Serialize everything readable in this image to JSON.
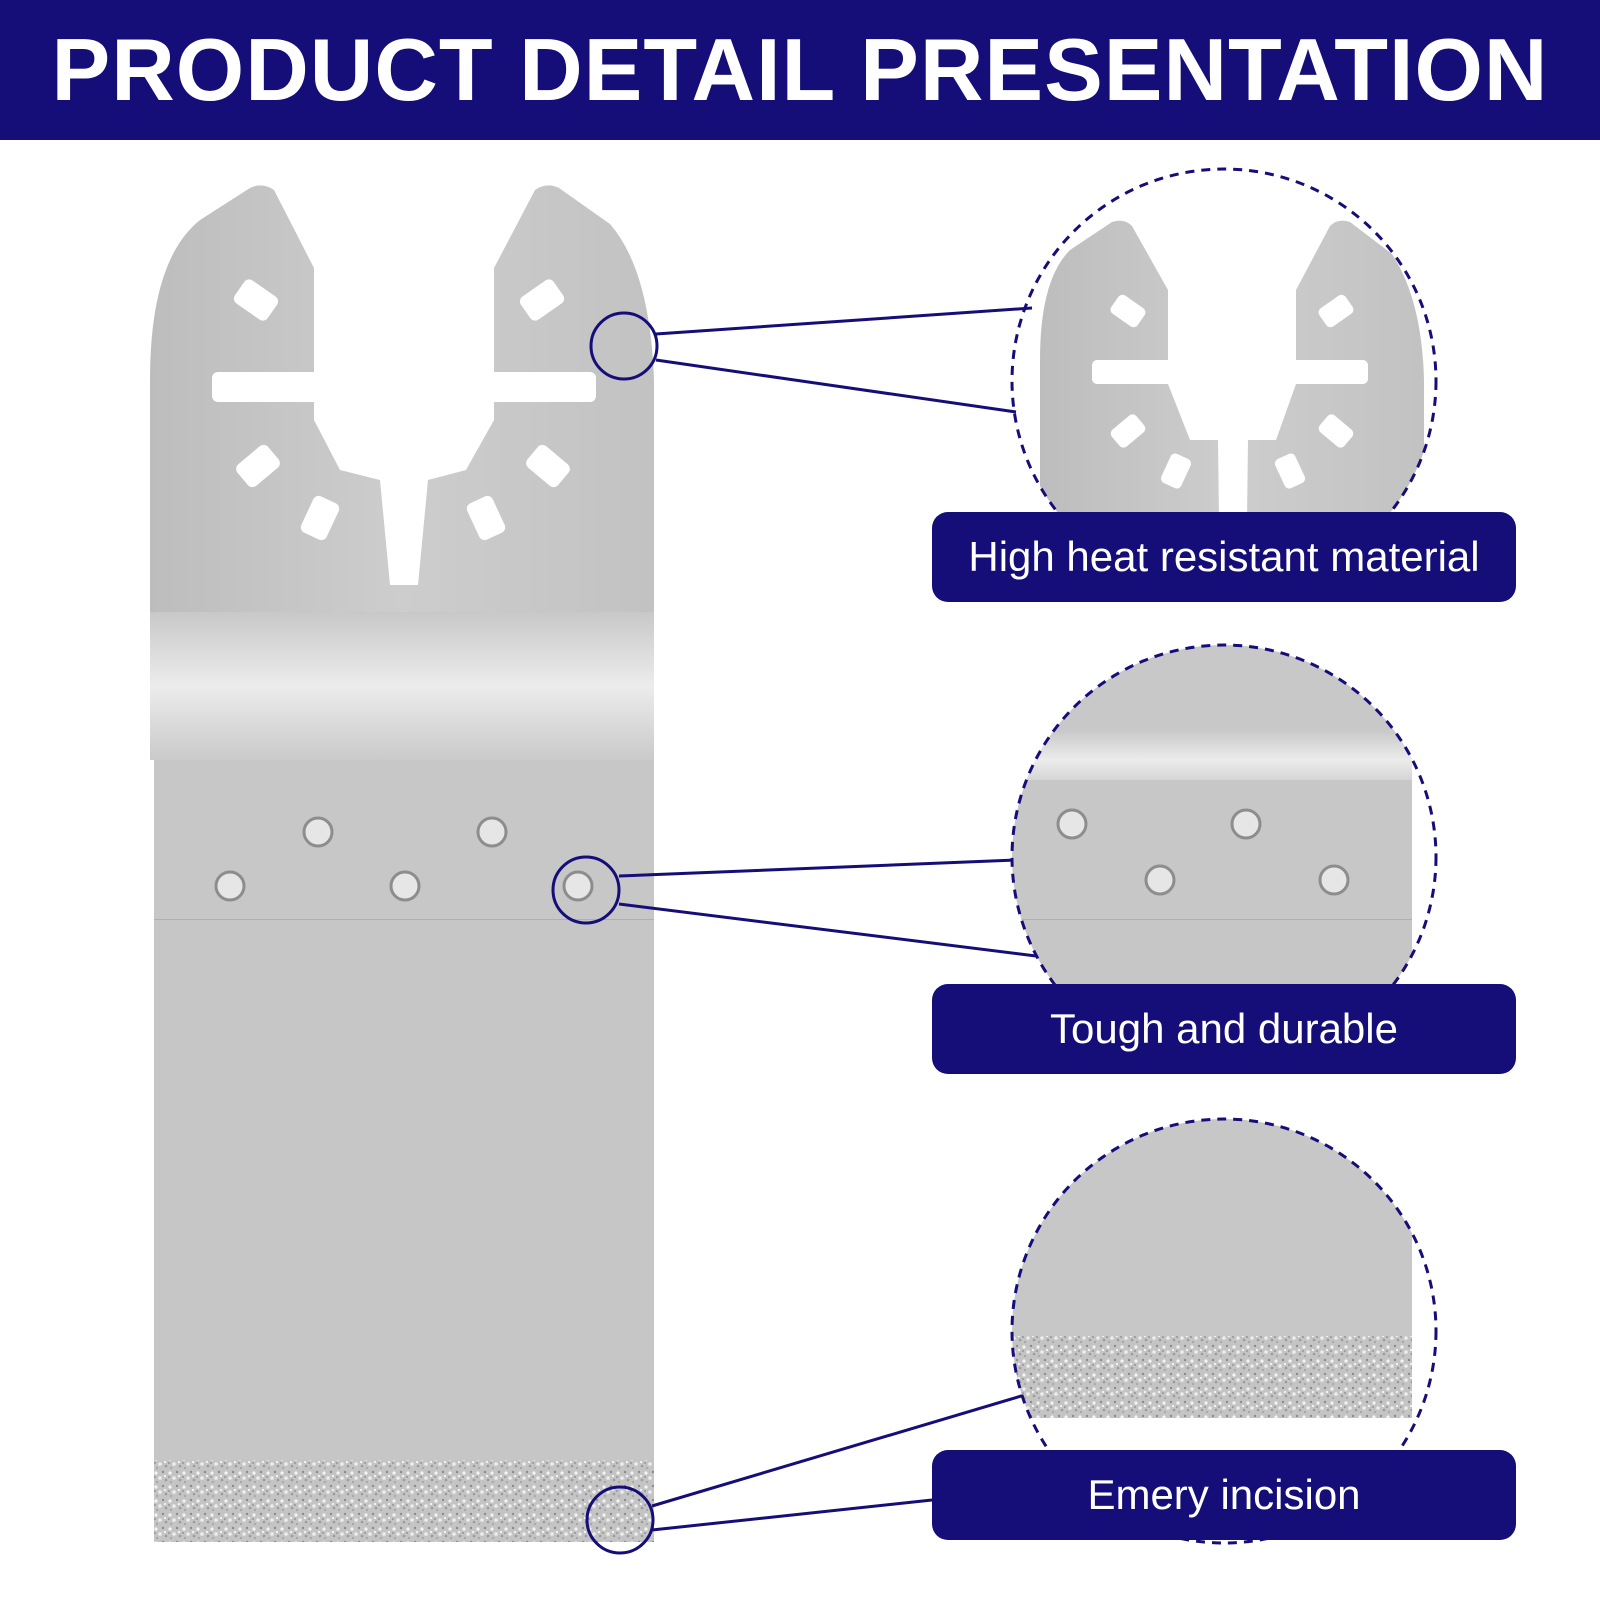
{
  "header": {
    "title": "PRODUCT DETAIL PRESENTATION"
  },
  "features": [
    {
      "label": "High heat resistant material"
    },
    {
      "label": "Tough and durable"
    },
    {
      "label": "Emery incision"
    }
  ],
  "colors": {
    "brand": "#150e78",
    "blade": "#c9c9c9",
    "blade_light": "#e4e4e4",
    "dashed_circle": "#150e78",
    "text_on_brand": "#ffffff"
  }
}
